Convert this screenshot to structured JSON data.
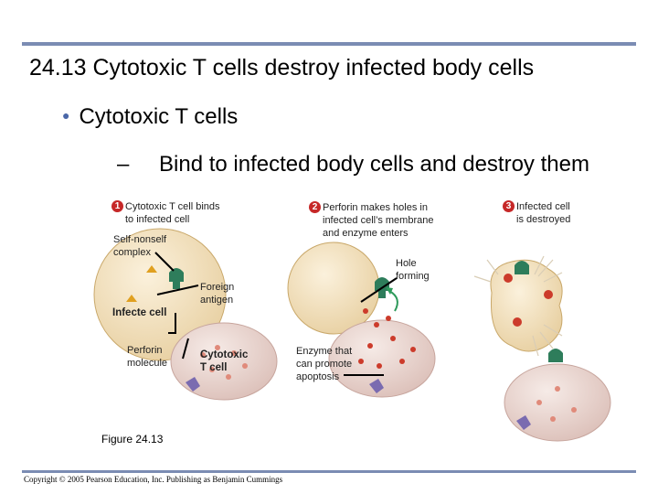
{
  "title": "24.13 Cytotoxic T cells destroy infected body cells",
  "bullet": "Cytotoxic T cells",
  "subbullet_dash": "–",
  "subbullet": "Bind to infected body cells and destroy them",
  "steps": [
    {
      "number": "1",
      "text": [
        "Cytotoxic T cell binds",
        "to infected cell"
      ]
    },
    {
      "number": "2",
      "text": [
        "Perforin makes holes in",
        "infected cell’s membrane",
        "and enzyme enters"
      ]
    },
    {
      "number": "3",
      "text": [
        "Infected cell",
        "is destroyed"
      ]
    }
  ],
  "labels": {
    "self_nonself": [
      "Self-nonself",
      "complex"
    ],
    "foreign_antigen": [
      "Foreign",
      "antigen"
    ],
    "infected_cell": "Infecte cell",
    "perforin": [
      "Perforin",
      "molecule"
    ],
    "cytotoxic": [
      "Cytotoxic",
      "T cell"
    ],
    "hole_forming": [
      "Hole",
      "forming"
    ],
    "enzyme": [
      "Enzyme that",
      "can promote",
      "apoptosis"
    ]
  },
  "figure_caption": "Figure 24.13",
  "copyright": "Copyright © 2005 Pearson Education, Inc. Publishing as Benjamin Cummings",
  "colors": {
    "rule": "#7b8cb3",
    "bullet": "#4a67a8",
    "cell_fill": "#f2dfba",
    "tcell_fill": "#ead4cf",
    "perforin": "#e08a7a",
    "enzyme": "#cc3b2b",
    "receptor": "#2e7d5b",
    "mhc": "#7a6bb0",
    "step_number": "#c62828"
  }
}
